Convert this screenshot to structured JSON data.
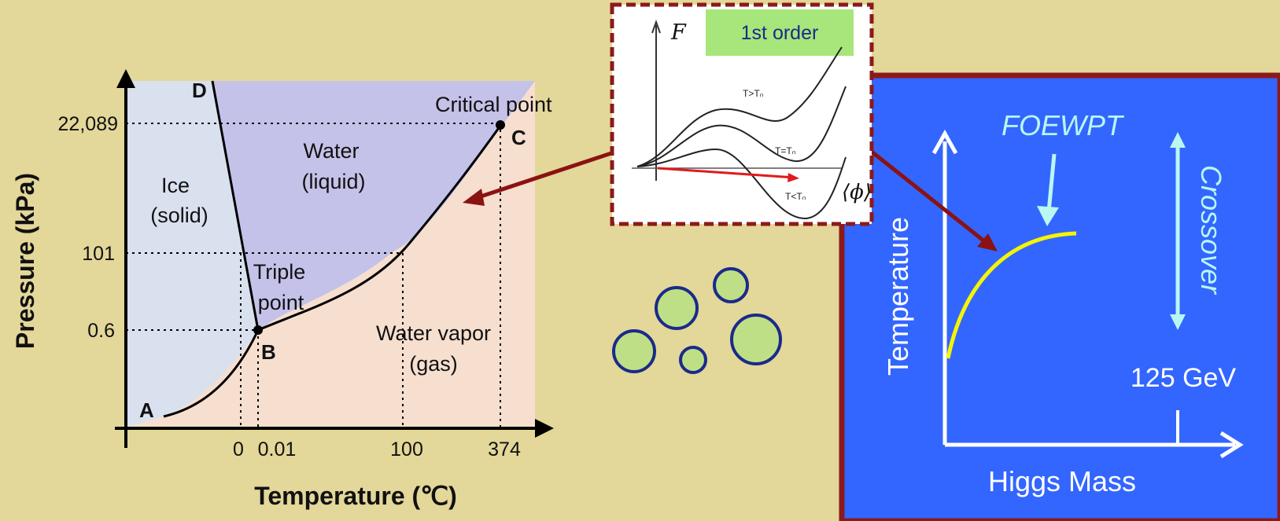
{
  "phase_diagram": {
    "y_axis_label": "Pressure (kPa)",
    "x_axis_label": "Temperature (℃)",
    "y_ticks": [
      "22,089",
      "101",
      "0.6"
    ],
    "x_ticks": [
      "0",
      "0.01",
      "100",
      "374"
    ],
    "point_labels": {
      "A": "A",
      "B": "B",
      "C": "C",
      "D": "D"
    },
    "critical_point": "Critical point",
    "triple_point": [
      "Triple",
      "point"
    ],
    "ice": [
      "Ice",
      "(solid)"
    ],
    "water": [
      "Water",
      "(liquid)"
    ],
    "vapor": [
      "Water vapor",
      "(gas)"
    ],
    "colors": {
      "ice": "#d9e1ef",
      "liquid": "#c4c2e9",
      "vapor": "#f6dfcf"
    }
  },
  "inset": {
    "badge": "1st order",
    "f_label": "F",
    "phi_label": "⟨ϕ⟩",
    "curves": [
      "T>Tₙ",
      "T=Tₙ",
      "T<Tₙ"
    ],
    "colors": {
      "frame": "#8b1a1a",
      "badge": "#a6e67a",
      "arrow": "#e01b1b"
    }
  },
  "higgs_panel": {
    "y_axis_label": "Temperature",
    "x_axis_label": "Higgs Mass",
    "foewpt": "FOEWPT",
    "crossover": "Crossover",
    "mass_tick": "125 GeV",
    "colors": {
      "panel": "#3366ff",
      "border": "#8b1a1a",
      "curve": "#f5f500",
      "accent": "#b9f7f2"
    }
  }
}
